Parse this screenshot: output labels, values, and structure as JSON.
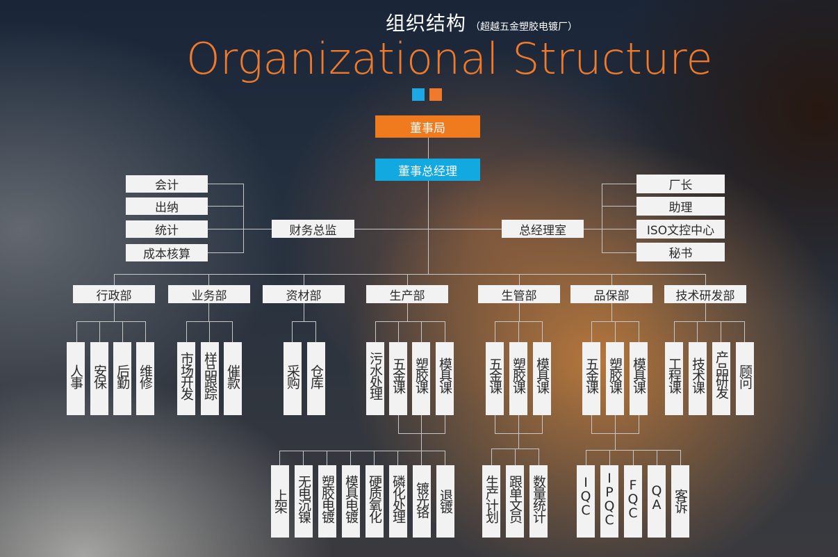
{
  "title_cn": "组织结构",
  "title_sub": "（超越五金塑胶电镀厂）",
  "title_en": "Organizational Structure",
  "colors": {
    "accent_orange": "#f07a1e",
    "accent_blue": "#12a8e0"
  },
  "top": {
    "board": "董事局",
    "gm": "董事总经理"
  },
  "finance": {
    "label": "财务总监",
    "items": [
      "会计",
      "出纳",
      "统计",
      "成本核算"
    ]
  },
  "gm_office": {
    "label": "总经理室",
    "items": [
      "厂长",
      "助理",
      "ISO文控中心",
      "秘书"
    ]
  },
  "departments": [
    {
      "name": "行政部",
      "subs": [
        "人事",
        "安保",
        "后勤",
        "维修"
      ]
    },
    {
      "name": "业务部",
      "subs": [
        "市场开发",
        "样品跟踪",
        "催款"
      ]
    },
    {
      "name": "资材部",
      "subs": [
        "采购",
        "仓库"
      ]
    },
    {
      "name": "生产部",
      "subs": [
        "污水处理",
        "五金课",
        "塑胶课",
        "模具课"
      ],
      "level3": [
        "上架",
        "无电沉镍",
        "塑胶电镀",
        "模具电镀",
        "硬质氧化",
        "磷化处理",
        "镀光铬",
        "退镀"
      ]
    },
    {
      "name": "生管部",
      "subs": [
        "五金课",
        "塑胶课",
        "模具课"
      ],
      "level3": [
        "生产计划",
        "跟单文员",
        "数量统计"
      ]
    },
    {
      "name": "品保部",
      "subs": [
        "五金课",
        "塑胶课",
        "模具课"
      ],
      "level3": [
        "IQC",
        "IPQC",
        "FQC",
        "QA",
        "客诉"
      ]
    },
    {
      "name": "技术研发部",
      "subs": [
        "工程课",
        "技术课",
        "产品研发",
        "顾问"
      ]
    }
  ]
}
